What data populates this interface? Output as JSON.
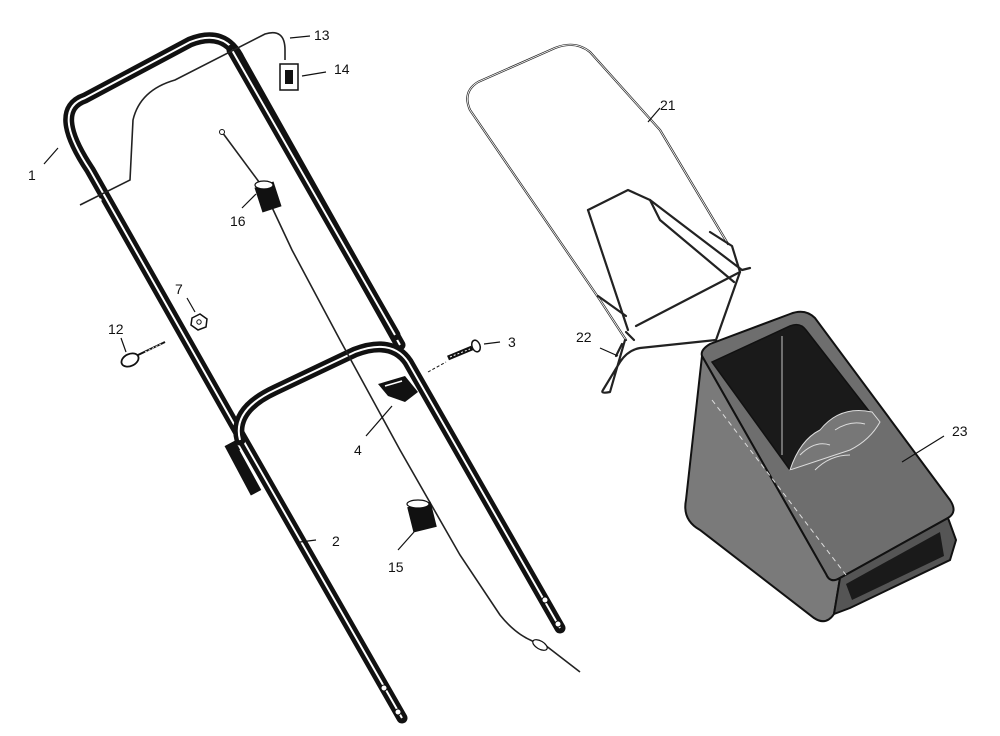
{
  "callouts": {
    "c1": "1",
    "c2": "2",
    "c3": "3",
    "c4": "4",
    "c7": "7",
    "c12": "12",
    "c13": "13",
    "c14": "14",
    "c15": "15",
    "c16": "16",
    "c21": "21",
    "c22": "22",
    "c23": "23"
  },
  "colors": {
    "ink": "#111111",
    "bag_fabric": "#6e6e6e",
    "bag_interior": "#1a1a1a",
    "paper": "#ffffff"
  }
}
